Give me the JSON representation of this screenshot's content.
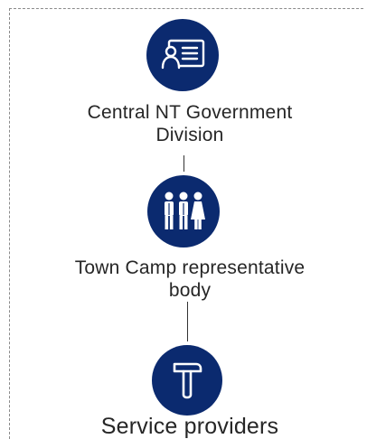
{
  "diagram": {
    "accent_color": "#0b2a6f",
    "nodes": [
      {
        "label_line1": "Central NT Government",
        "label_line2": "Division",
        "icon": "id-card-icon"
      },
      {
        "label_line1": "Town Camp representative",
        "label_line2": "body",
        "icon": "people-group-icon"
      },
      {
        "label_line1": "Service providers",
        "icon": "hammer-icon"
      }
    ]
  }
}
